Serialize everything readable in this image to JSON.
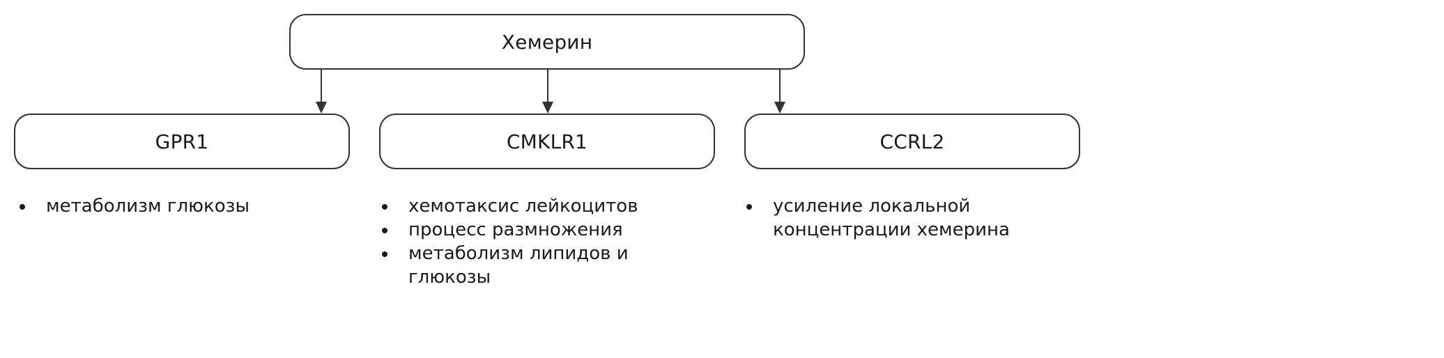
{
  "diagram": {
    "root": {
      "label": "Хемерин"
    },
    "receptors": [
      {
        "label": "GPR1",
        "functions": [
          "метаболизм глюкозы"
        ]
      },
      {
        "label": "CMKLR1",
        "functions": [
          "хемотаксис лейкоцитов",
          "процесс размножения",
          "метаболизм липидов и глюкозы"
        ]
      },
      {
        "label": "CCRL2",
        "functions": [
          "усиление локальной концентрации хемерина"
        ]
      }
    ]
  },
  "colors": {
    "border": "#333333",
    "text": "#1a1a1a",
    "background": "#ffffff"
  }
}
